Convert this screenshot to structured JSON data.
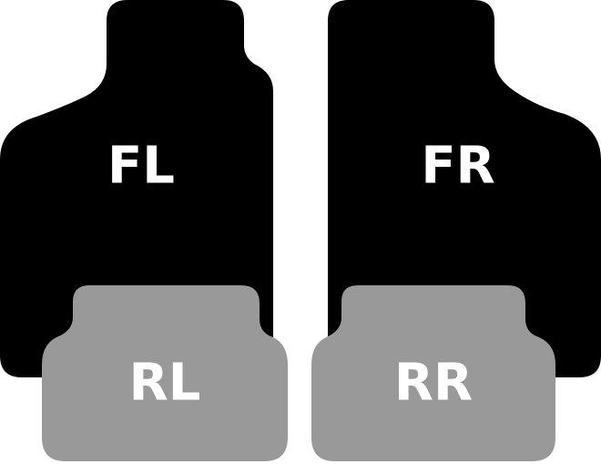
{
  "colors": {
    "background": "#ffffff",
    "front_mat": "#000000",
    "rear_mat": "#999999",
    "label": "#ffffff"
  },
  "mats": {
    "front_left": {
      "label": "FL"
    },
    "front_right": {
      "label": "FR"
    },
    "rear_left": {
      "label": "RL"
    },
    "rear_right": {
      "label": "RR"
    }
  }
}
